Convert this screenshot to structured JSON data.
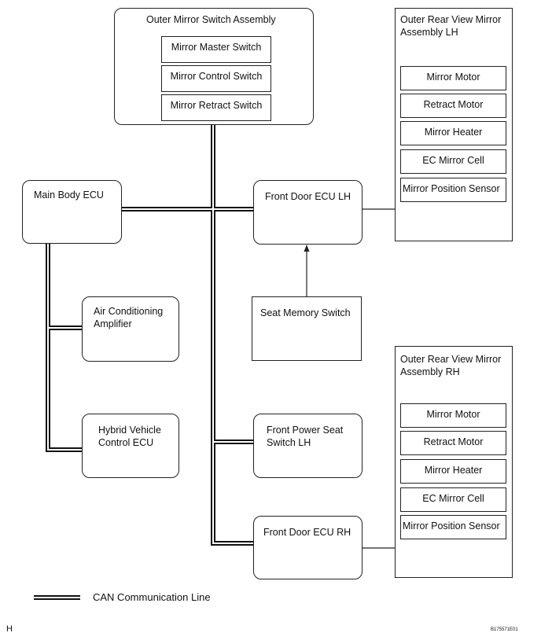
{
  "outer_mirror_switch": {
    "title": "Outer Mirror Switch Assembly",
    "items": [
      "Mirror Master Switch",
      "Mirror Control Switch",
      "Mirror Retract Switch"
    ]
  },
  "mirror_lh": {
    "title": "Outer Rear View Mirror Assembly LH",
    "items": [
      "Mirror Motor",
      "Retract Motor",
      "Mirror Heater",
      "EC Mirror Cell",
      "Mirror Position Sensor"
    ]
  },
  "mirror_rh": {
    "title": "Outer Rear View Mirror Assembly RH",
    "items": [
      "Mirror Motor",
      "Retract Motor",
      "Mirror Heater",
      "EC Mirror Cell",
      "Mirror Position Sensor"
    ]
  },
  "main_body_ecu": "Main Body ECU",
  "front_door_ecu_lh": "Front Door ECU LH",
  "air_conditioning_amplifier": "Air Conditioning Amplifier",
  "seat_memory_switch": "Seat Memory Switch",
  "hybrid_vehicle_control_ecu": "Hybrid Vehicle Control ECU",
  "front_power_seat_switch_lh": "Front Power Seat Switch LH",
  "front_door_ecu_rh": "Front Door ECU RH",
  "legend": {
    "can_line": "CAN Communication Line"
  },
  "corner_letter": "H",
  "figure_code": "B175571E01"
}
